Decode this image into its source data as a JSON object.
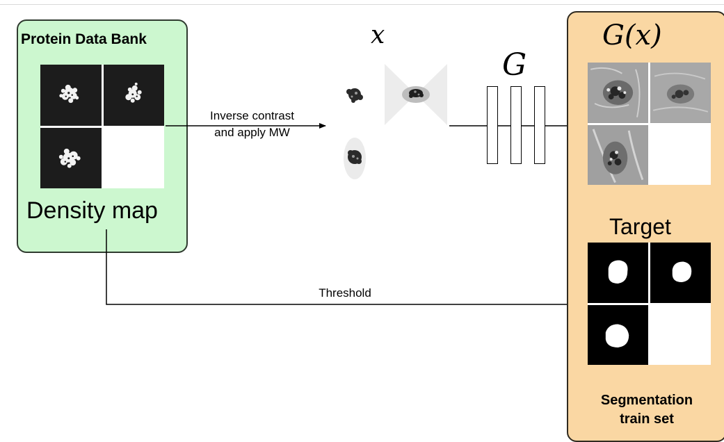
{
  "pdb_panel": {
    "title": "Protein Data Bank",
    "footer": "Density map",
    "color": "#ccf7cf"
  },
  "edges": {
    "inverse_contrast_line1": "Inverse contrast",
    "inverse_contrast_line2": "and apply MW",
    "threshold": "Threshold"
  },
  "input_label": "x",
  "network_label": "G",
  "output_label": "G(x)",
  "seg_panel": {
    "target_label": "Target",
    "title_line1": "Segmentation",
    "title_line2": "train set",
    "color": "#fad7a3"
  }
}
